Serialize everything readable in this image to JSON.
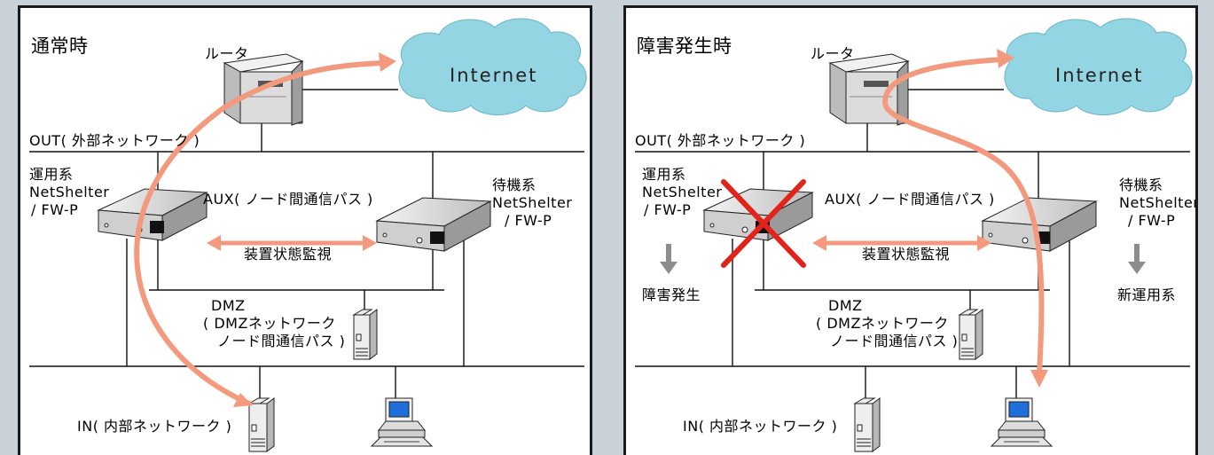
{
  "panels": [
    {
      "title": "通常時",
      "router": "ルータ",
      "internet": "Internet",
      "out_network": "OUT( 外部ネットワーク )",
      "primary": {
        "line1": "運用系",
        "line2": "NetShelter",
        "line3": "/ FW-P"
      },
      "standby": {
        "line1": "待機系",
        "line2": "NetShelter",
        "line3": "/ FW-P"
      },
      "aux": "AUX( ノード間通信パス )",
      "monitor": "装置状態監視",
      "dmz": {
        "line1": "DMZ",
        "line2": "( DMZネットワーク",
        "line3": "ノード間通信パス )"
      },
      "in_network": "IN( 内部ネットワーク )"
    },
    {
      "title": "障害発生時",
      "router": "ルータ",
      "internet": "Internet",
      "out_network": "OUT( 外部ネットワーク )",
      "primary": {
        "line1": "運用系",
        "line2": "NetShelter",
        "line3": "/ FW-P"
      },
      "standby": {
        "line1": "待機系",
        "line2": "NetShelter",
        "line3": "/ FW-P"
      },
      "aux": "AUX( ノード間通信パス )",
      "monitor": "装置状態監視",
      "dmz": {
        "line1": "DMZ",
        "line2": "( DMZネットワーク",
        "line3": "ノード間通信パス )"
      },
      "in_network": "IN( 内部ネットワーク )",
      "primary_status": "障害発生",
      "standby_status": "新運用系"
    }
  ],
  "colors": {
    "traffic_arrow": "#f39a7e",
    "cloud_fill": "#94d5e4",
    "failure_cross": "#e2231a",
    "status_arrow": "#8c8c8c",
    "background": "#c9d2d9"
  },
  "icons": [
    "router-icon",
    "cloud-icon",
    "firewall-appliance-icon",
    "server-tower-icon",
    "workstation-icon",
    "failure-cross-icon",
    "status-down-arrow-icon"
  ]
}
